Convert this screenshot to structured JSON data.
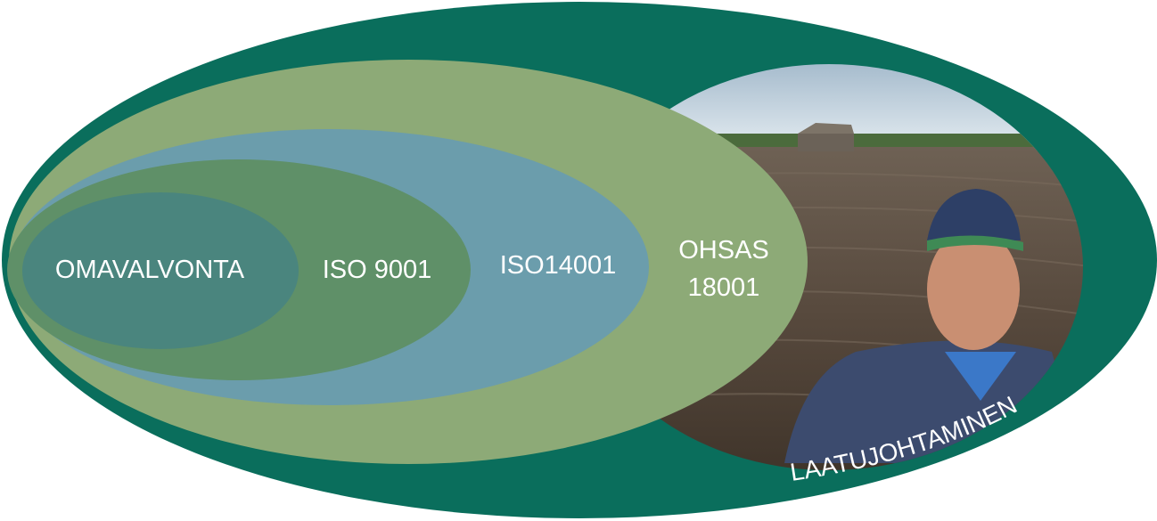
{
  "diagram": {
    "layers": [
      {
        "id": "omavalvonta",
        "label": "OMAVALVONTA",
        "color": "#4a857e"
      },
      {
        "id": "iso9001",
        "label": "ISO 9001",
        "color": "#5f9068"
      },
      {
        "id": "iso14001",
        "label": "ISO14001",
        "color": "#6b9dac"
      },
      {
        "id": "ohsas18001",
        "label_lines": [
          "OHSAS",
          "18001"
        ],
        "color": "#8daa77"
      }
    ],
    "outer": {
      "label": "LAATUJOHTAMINEN",
      "color": "#0a6e5c"
    }
  }
}
